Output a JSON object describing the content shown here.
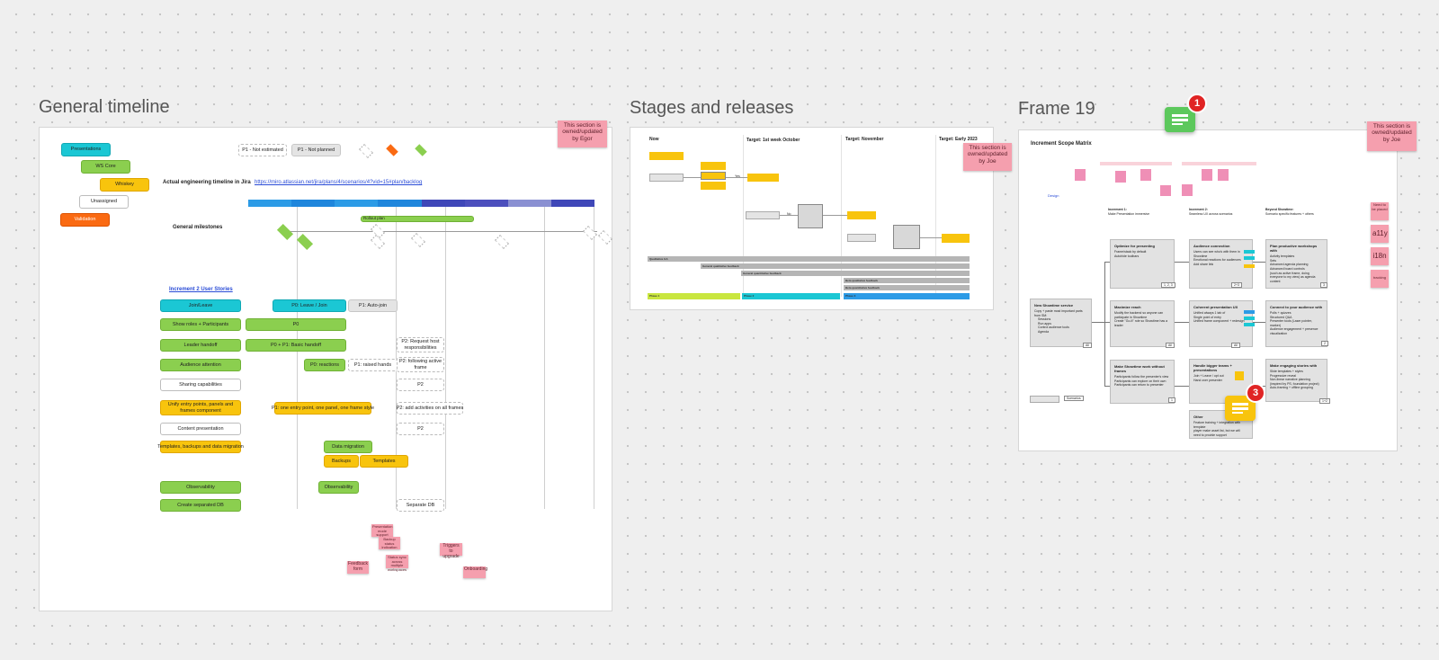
{
  "frames": {
    "general": {
      "title": "General timeline"
    },
    "stages": {
      "title": "Stages and releases"
    },
    "frame19": {
      "title": "Frame 19"
    }
  },
  "general": {
    "legend": [
      "Presentations",
      "WS Core",
      "Whiskey",
      "Unassigned",
      "Validation"
    ],
    "priority_keys": [
      "P1 - Not estimated",
      "P1 - Not planned"
    ],
    "jira_label": "Actual engineering timeline in Jira",
    "jira_link": "https://miro.atlassian.net/jira/plans/4/scenarios/4?vid=15#plan/backlog",
    "sticky_owner": "This section is owned/updated by Egor",
    "milestones_label": "General milestones",
    "rollout_label": "Rollout plan",
    "increment_link": "Increment 2 User Stories",
    "rows": [
      {
        "label": "Join/Leave",
        "items": [
          "P0: Leave / Join",
          "P1: Auto-join"
        ]
      },
      {
        "label": "Show roles + Participants",
        "items": [
          "P0"
        ]
      },
      {
        "label": "Leader handoff",
        "items": [
          "P0 + P1: Basic handoff",
          "P2: Request host responsibilities"
        ]
      },
      {
        "label": "Audience attention",
        "items": [
          "P0: reactions",
          "P1: raised hands",
          "P2: following active frame"
        ]
      },
      {
        "label": "Sharing capabilities",
        "items": [
          "P2"
        ]
      },
      {
        "label": "Unify entry points, panels and frames component",
        "items": [
          "P1: one entry point, one panel, one frame style",
          "P2: add activities on all frames"
        ]
      },
      {
        "label": "Content presentation",
        "items": [
          "P2"
        ]
      },
      {
        "label": "Templates, backups and data migration",
        "items": [
          "Data migration",
          "Backups",
          "Templates"
        ]
      },
      {
        "label": "Observability",
        "items": [
          "Observability"
        ]
      },
      {
        "label": "Create separated DB",
        "items": [
          "Separate DB"
        ]
      }
    ],
    "bottom_stickies": [
      "Presentation mode support",
      "Backup status indication",
      "Feedback form",
      "Status sync across multiple workspaces",
      "Triggers to upgrade",
      "Onboarding"
    ]
  },
  "stages": {
    "columns": [
      "Now",
      "Target: 1st week October",
      "Target: November",
      "Target: Early 2023"
    ],
    "sticky_owner": "This section is owned/updated by Joe",
    "yes": "Yes",
    "no": "No",
    "bars": [
      "Qualitative GA",
      "General qualitative feedback",
      "General quantitative feedback",
      "Beta qualitative feedback",
      "Beta quantitative feedback"
    ],
    "phases": [
      "Phase 1",
      "Phase 2",
      "Phase 3"
    ]
  },
  "frame19": {
    "matrix_title": "Increment Scope Matrix",
    "sticky_owner": "This section is owned/updated by Joe",
    "design_link": "Design",
    "columns": [
      {
        "title": "Increment 1:",
        "sub": "Make Presentation immersive"
      },
      {
        "title": "Increment 2:",
        "sub": "Seamless UX across scenarios"
      },
      {
        "title": "Beyond Showtime:",
        "sub": "Scenario specific features + others"
      }
    ],
    "base_card": {
      "title": "New Showtime service",
      "lines": [
        "Copy + paste most important parts from SM:",
        "Sessions",
        "Run apps",
        "Control audience tools",
        "Agenda"
      ],
      "tag": "All"
    },
    "cards": [
      {
        "title": "Optimize for presenting",
        "lines": [
          "Frame/stack by default",
          "Autohide toolbars"
        ],
        "tag": "1, 2, 3"
      },
      {
        "title": "Audience connection",
        "lines": [
          "Users can see who's with them in Showtime",
          "Emotional reactions for audiences",
          "Add share link"
        ],
        "tag": "2+3"
      },
      {
        "title": "Plan productive workshops with",
        "lines": [
          "Activity templates",
          "Sets",
          "Advanced agenda planning",
          "Advanced board controls",
          "(such as active frame, doing everyone to my view) as agenda content"
        ],
        "tag": "3"
      },
      {
        "title": "Maximize reach",
        "lines": [
          "Modify the backend so anyone can participate in Showtime",
          "Create \"Go-It\" role so Showtime has a leader"
        ],
        "tag": "All"
      },
      {
        "title": "Coherent presentation UX",
        "lines": [
          "Unified always 1 tab of",
          "Single point of entry",
          "Unified frame component + redesign"
        ],
        "tag": "All"
      },
      {
        "title": "Connect to your audience with",
        "lines": [
          "Polls + quizzes",
          "Structured Q&A",
          "Presenter tools (Laser pointer, marker)",
          "Audience engagement + presence visualization"
        ],
        "tag": "2"
      },
      {
        "title": "Make Showtime work without frames",
        "lines": [
          "Participants follow the presenter's view",
          "Participants can explore on their own",
          "Participants can return to presenter"
        ],
        "tag": "1"
      },
      {
        "title": "Handle bigger teams + presentations",
        "lines": [
          "Join + Leave / opt out",
          "Hand over presenter"
        ],
        "tag": ""
      },
      {
        "title": "Make engaging stories with",
        "lines": [
          "Slide templates + styles",
          "Progressive reveal",
          "Non-linear narrative planning (inspired by PS, foundation project)",
          "Auto-framing + offline grouping"
        ],
        "tag": "1+2"
      },
      {
        "title": "Other",
        "lines": [
          "Feature training + integration with template",
          "player make asset list, but we will",
          "need to provide support"
        ],
        "tag": ""
      }
    ],
    "right_stickies": [
      "Need to be placed",
      "a11y",
      "i18n",
      "tracking"
    ],
    "scenarios_label": "Scenarios"
  },
  "comments": [
    {
      "count": "1",
      "color": "#5cc85c"
    },
    {
      "count": "3",
      "color": "#f8c40d"
    }
  ]
}
